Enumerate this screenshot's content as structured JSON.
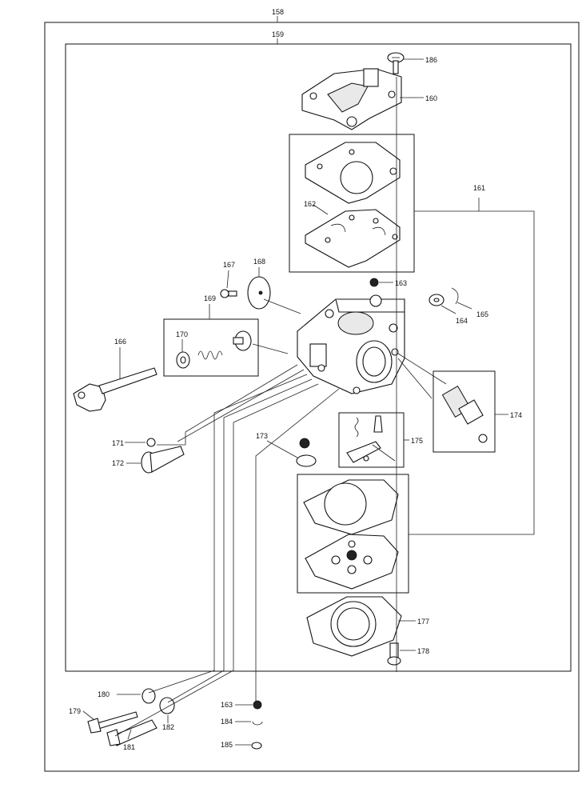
{
  "labels": {
    "p158": "158",
    "p159": "159",
    "p160": "160",
    "p161": "161",
    "p162": "162",
    "p163": "163",
    "p164": "164",
    "p165": "165",
    "p166": "166",
    "p167": "167",
    "p168": "168",
    "p169": "169",
    "p170": "170",
    "p171": "171",
    "p172": "172",
    "p173": "173",
    "p174": "174",
    "p175": "175",
    "p177": "177",
    "p178": "178",
    "p179": "179",
    "p180": "180",
    "p181": "181",
    "p182": "182",
    "p183a": "163",
    "p184": "184",
    "p185": "185",
    "p186": "186"
  }
}
